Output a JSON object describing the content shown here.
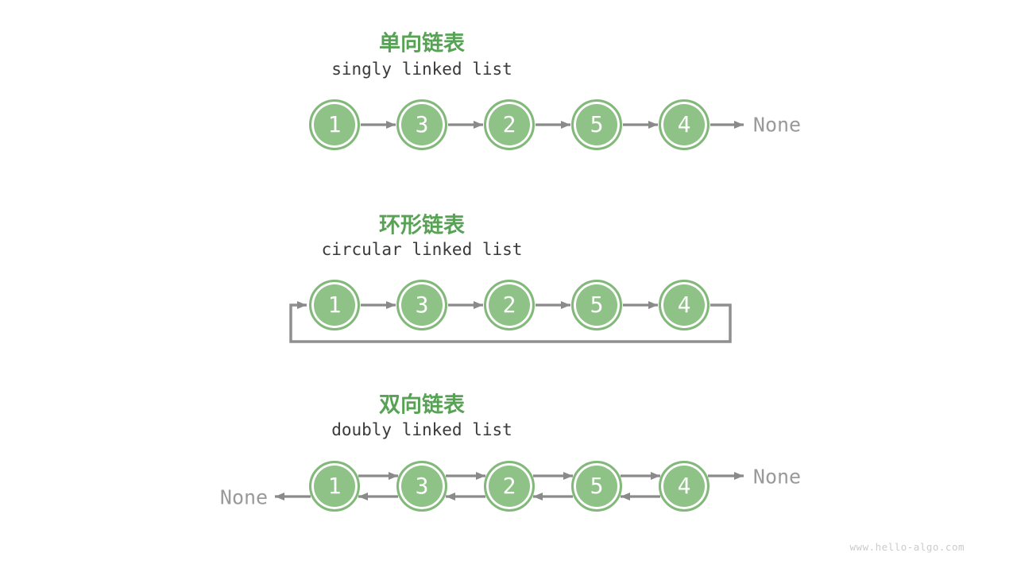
{
  "page": {
    "watermark": "www.hello-algo.com"
  },
  "colors": {
    "title_green": "#58a256",
    "node_fill": "#8ec286",
    "node_ring": "#82b97a",
    "arrow": "#8a8a8a",
    "loop": "#8f8f8f",
    "none_text": "#9a9a9a",
    "subtitle": "#3a3a3a",
    "watermark": "#cbcbcb"
  },
  "diagrams": [
    {
      "type": "singly",
      "title_zh": "单向链表",
      "title_en": "singly linked list",
      "nodes": [
        "1",
        "3",
        "2",
        "5",
        "4"
      ],
      "tail_label": "None"
    },
    {
      "type": "circular",
      "title_zh": "环形链表",
      "title_en": "circular linked list",
      "nodes": [
        "1",
        "3",
        "2",
        "5",
        "4"
      ]
    },
    {
      "type": "doubly",
      "title_zh": "双向链表",
      "title_en": "doubly linked list",
      "nodes": [
        "1",
        "3",
        "2",
        "5",
        "4"
      ],
      "head_label": "None",
      "tail_label": "None"
    }
  ]
}
